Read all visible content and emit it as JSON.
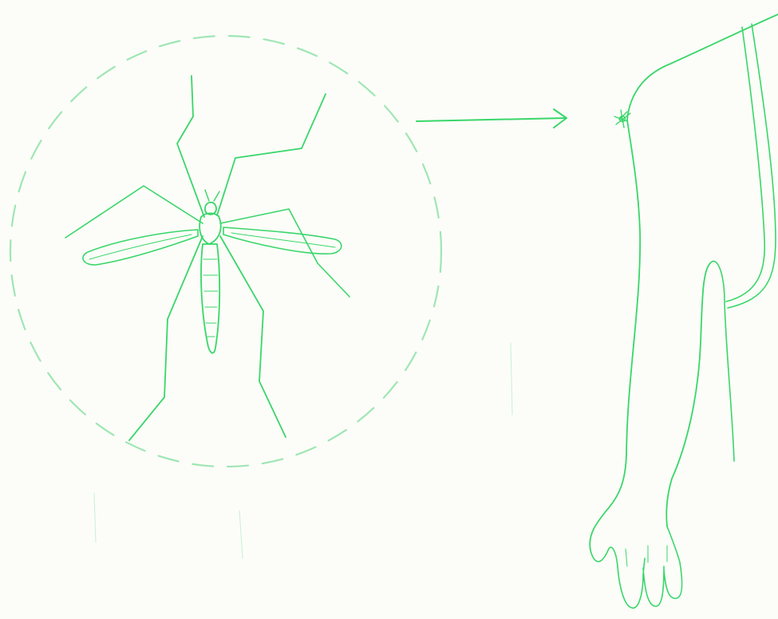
{
  "colors": {
    "background": "#fcfdf8",
    "ink": "#39d66a",
    "ink_light": "#9fe6b5",
    "ink_faint": "#c9f0d5"
  },
  "diagram": {
    "left_panel": {
      "subject": "mosquito",
      "enclosure": "dashed-circle"
    },
    "connector": {
      "kind": "arrow",
      "direction": "right"
    },
    "right_panel": {
      "subject": "human-arm",
      "detail": "mosquito-on-shoulder"
    }
  }
}
